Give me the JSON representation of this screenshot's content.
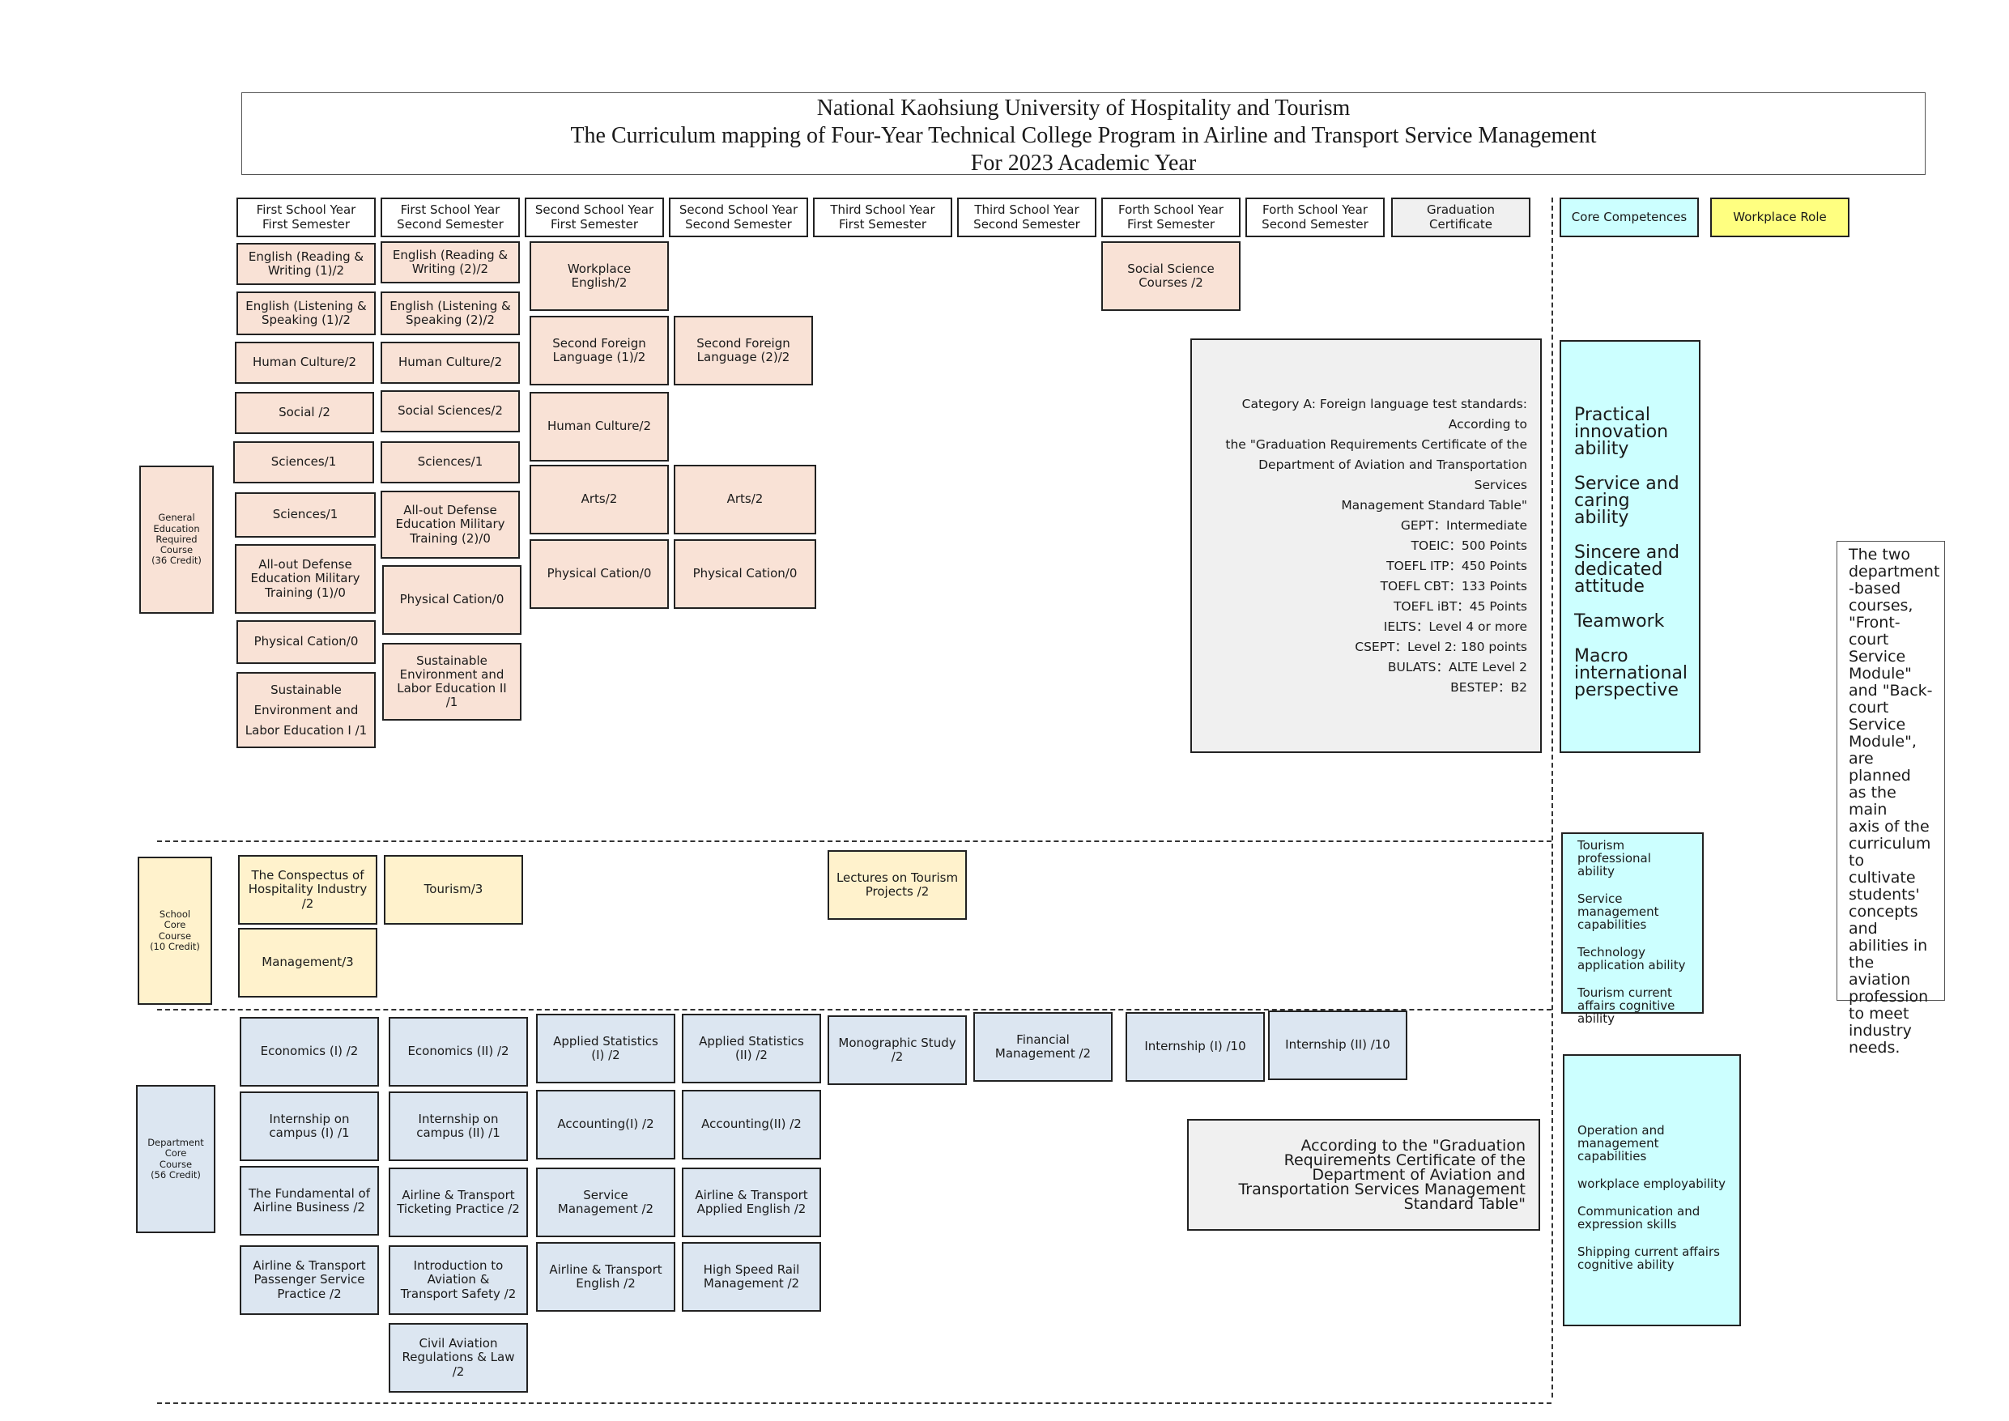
{
  "title": {
    "line1": "National Kaohsiung University of Hospitality and Tourism",
    "line2": "The Curriculum mapping of Four-Year Technical College Program in Airline and Transport Service Management",
    "line3": "For 2023 Academic Year"
  },
  "semester_headers": [
    "First School Year\nFirst Semester",
    "First School Year\nSecond Semester",
    "Second School Year\nFirst Semester",
    "Second School Year\nSecond Semester",
    "Third School Year\nFirst Semester",
    "Third School Year\nSecond Semester",
    "Forth School Year\nFirst Semester",
    "Forth School Year\nSecond Semester"
  ],
  "graduation_header": "Graduation\nCertificate",
  "core_competences_header": "Core Competences",
  "workplace_role_header": "Workplace Role",
  "categories": {
    "general": "General\nEducation\nRequired\nCourse\n(36 Credit)",
    "school": "School\nCore\nCourse\n(10 Credit)",
    "department": "Department\nCore\nCourse\n(56 Credit)"
  },
  "general_courses": {
    "y1s1": [
      "English (Reading &\nWriting (1)/2",
      "English (Listening &\nSpeaking (1)/2",
      "Human Culture/2",
      "Social /2",
      "Sciences/1",
      "Sciences/1",
      "All-out Defense\nEducation Military\nTraining (1)/0",
      "Physical Cation/0",
      "Sustainable\nEnvironment and\nLabor Education I /1"
    ],
    "y1s2": [
      "English (Reading &\nWriting (2)/2",
      "English (Listening &\nSpeaking (2)/2",
      "Human Culture/2",
      "Social Sciences/2",
      "Sciences/1",
      "All-out Defense\nEducation Military\nTraining (2)/0",
      "Physical Cation/0",
      "Sustainable\nEnvironment and\nLabor Education II\n/1"
    ],
    "y2s1": [
      "Workplace\nEnglish/2",
      "Second Foreign\nLanguage (1)/2",
      "Human Culture/2",
      "Arts/2",
      "Physical Cation/0"
    ],
    "y2s2": [
      "Second Foreign\nLanguage (2)/2",
      "Arts/2",
      "Physical Cation/0"
    ],
    "y4s1": [
      "Social Science\nCourses /2"
    ]
  },
  "language_standards": [
    "Category A: Foreign language test standards: According to",
    "the \"Graduation Requirements Certificate of the",
    "Department of Aviation and Transportation Services",
    "Management Standard Table\"",
    "GEPT：Intermediate",
    "TOEIC：500 Points",
    "TOEFL ITP：450 Points",
    "TOEFL CBT：133 Points",
    "TOEFL iBT：45 Points",
    "IELTS：Level 4 or more",
    "CSEPT：Level 2: 180 points",
    "BULATS：ALTE Level 2",
    "BESTEP：B2"
  ],
  "core_competences_general": [
    "Practical\ninnovation\nability",
    "Service and\ncaring ability",
    "Sincere and\ndedicated\nattitude",
    "Teamwork",
    "Macro\ninternational\nperspective"
  ],
  "workplace_note": "The two\ndepartment\n-based\ncourses,\n\"Front-\ncourt\nService\nModule\"\nand \"Back-\ncourt\nService\nModule\",\nare planned\nas the main\naxis of the\ncurriculum\nto cultivate\nstudents'\nconcepts\nand\nabilities in\nthe aviation\nprofession\nto meet\nindustry\nneeds.",
  "school_courses": {
    "y1s1": [
      "The Conspectus of\nHospitality Industry\n/2",
      "Management/3"
    ],
    "y1s2": [
      "Tourism/3"
    ],
    "y3s1": [
      "Lectures on Tourism\nProjects /2"
    ]
  },
  "core_competences_school": [
    "Tourism professional\nability",
    "Service management\ncapabilities",
    "Technology\napplication ability",
    "Tourism current\naffairs cognitive\nability"
  ],
  "department_courses": {
    "y1s1": [
      "Economics (I) /2",
      "Internship on\ncampus (I) /1",
      "The Fundamental of\nAirline Business /2",
      "Airline & Transport\nPassenger Service\nPractice /2"
    ],
    "y1s2": [
      "Economics (II) /2",
      "Internship on\ncampus (II) /1",
      "Airline & Transport\nTicketing Practice /2",
      "Introduction to\nAviation &\nTransport Safety /2",
      "Civil Aviation\nRegulations & Law\n/2"
    ],
    "y2s1": [
      "Applied Statistics\n(I) /2",
      "Accounting(I) /2",
      "Service\nManagement /2",
      "Airline & Transport\nEnglish /2"
    ],
    "y2s2": [
      "Applied Statistics\n(II) /2",
      "Accounting(II) /2",
      "Airline & Transport\nApplied English /2",
      "High Speed Rail\nManagement /2"
    ],
    "y3s1": [
      "Monographic Study\n/2"
    ],
    "y3s2": [
      "Financial\nManagement /2"
    ],
    "y4s1": [
      "Internship (I) /10"
    ],
    "y4s2": [
      "Internship (II) /10"
    ]
  },
  "department_graduation": "According to the \"Graduation\nRequirements Certificate of the\nDepartment of Aviation and\nTransportation Services Management\nStandard Table\"",
  "core_competences_department": [
    "Operation and\nmanagement capabilities",
    "workplace employability",
    "Communication and\nexpression skills",
    "Shipping current affairs\ncognitive ability"
  ]
}
